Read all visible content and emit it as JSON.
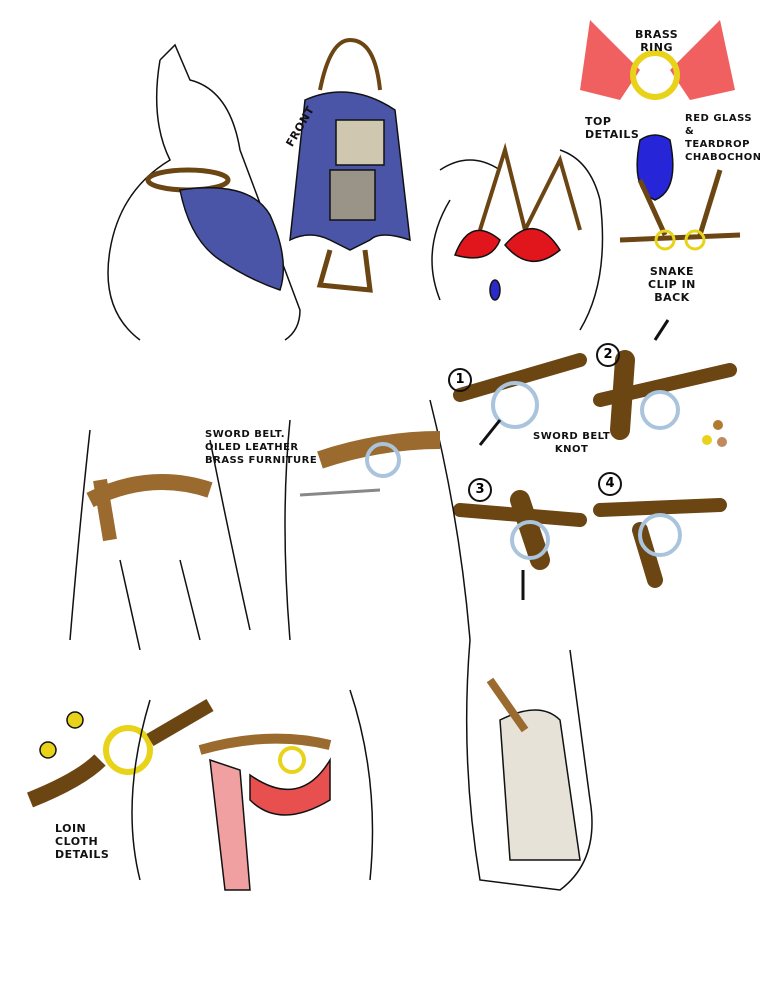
{
  "labels": {
    "front": "FRONT",
    "brass_ring": "BRASS\nRING",
    "top_details": "TOP\nDETAILS",
    "red_glass": "RED GLASS\n& TEARDROP\nCHABOCHON",
    "snake_clip": "SNAKE\nCLIP IN\nBACK",
    "sword_belt": "SWORD BELT.\nOILED LEATHER\nBRASS FURNITURE",
    "sword_belt_knot": "SWORD BELT\nKNOT",
    "loin_cloth": "LOIN\nCLOTH\nDETAILS"
  },
  "steps": [
    "1",
    "2",
    "3",
    "4"
  ],
  "colors": {
    "leather": "#9a6a2e",
    "steel_blue": "#4a55a8",
    "red": "#e0161c",
    "brass": "#e8d21a",
    "ring_steel": "#a9c4dc",
    "pink_cloth": "#f0a0a0",
    "ink": "#111111"
  }
}
